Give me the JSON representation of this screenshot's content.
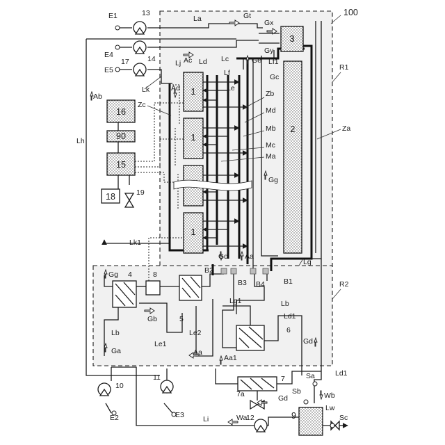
{
  "diagram": {
    "ref": "100",
    "regions": [
      "R1",
      "R2"
    ],
    "components": {
      "cell": "1",
      "reformer": "2",
      "comb": "3",
      "hx4": "4",
      "hx5": "5",
      "hx6": "6",
      "hx7": "7",
      "valve7a": "7a",
      "unit8": "8",
      "tank": "9",
      "p10": "10",
      "p11": "11",
      "p12": "12",
      "p13": "13",
      "p14": "14",
      "ctrl15": "15",
      "ctrl16": "16",
      "unit17": "17",
      "unit18": "18",
      "unit19": "19",
      "unit90": "90"
    },
    "sources": {
      "E1": "E1",
      "E2": "E2",
      "E3": "E3",
      "E4": "E4",
      "E5": "E5"
    },
    "lines": {
      "La": "La",
      "Lb": "Lb",
      "Lb2": "Lb",
      "Lb3": "Lb",
      "Lc": "Lc",
      "Ld": "Ld",
      "Ld1": "Ld1",
      "Ld1b": "Ld1",
      "Le": "Le",
      "Le1": "Le1",
      "Le2": "Le2",
      "Lf": "Lf",
      "Lf1": "Lf1",
      "Lg": "Lg",
      "Lg1": "Lg1",
      "Lh": "Lh",
      "Li": "Li",
      "Lj": "Lj",
      "Lk": "Lk",
      "Lk1": "Lk1",
      "Lw": "Lw"
    },
    "flows": {
      "Gt": "Gt",
      "Gx": "Gx",
      "Gy": "Gy",
      "Ge": "Ge",
      "Gc": "Gc",
      "Ac": "Ac",
      "Ad": "Ad",
      "Ab": "Ab",
      "Gg": "Gg",
      "Gg2": "Gg",
      "Gd": "Gd",
      "Gd2": "Gd",
      "Gd3": "Gd",
      "Aa": "Aa",
      "Aa2": "Aa",
      "Aa1": "Aa1",
      "Gb": "Gb",
      "Ga": "Ga",
      "Wa": "Wa",
      "Wb": "Wb"
    },
    "manifolds": {
      "Ma": "Ma",
      "Mb": "Mb",
      "Mc": "Mc",
      "Md": "Md",
      "Za": "Za",
      "Zb": "Zb",
      "Zc": "Zc"
    },
    "sensors": {
      "B1": "B1",
      "B2": "B2",
      "B3": "B3",
      "B4": "B4",
      "Sa": "Sa",
      "Sb": "Sb",
      "Sc": "Sc"
    }
  }
}
